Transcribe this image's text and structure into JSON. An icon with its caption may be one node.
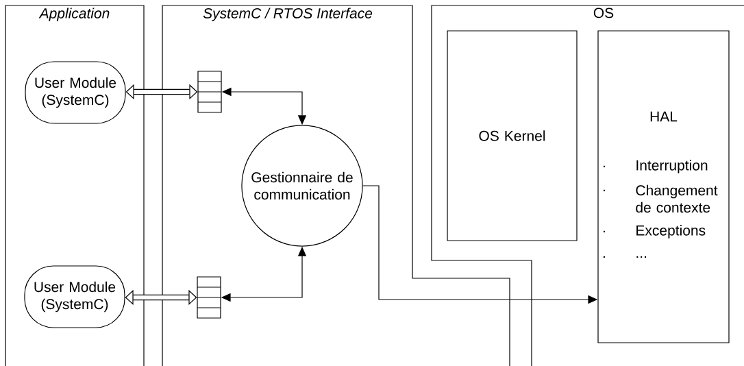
{
  "diagram": {
    "nodes": [
      {
        "text": [
          "Application"
        ]
      },
      {
        "text": [
          "User Module (SystemC)"
        ],
        "in": 0
      },
      {
        "text": [
          "User Module (SystemC)"
        ],
        "in": 0
      },
      {
        "text": [
          "SystemC / RTOS Interface"
        ]
      },
      {
        "text": [],
        "shape": "box",
        "in": 3
      },
      {
        "text": [],
        "shape": "box",
        "in": 3
      },
      {
        "text": [
          "Gestionnaire de communication"
        ],
        "in": 3
      },
      {
        "text": [
          "OS"
        ]
      },
      {
        "text": [
          "OS Kernel"
        ],
        "in": 7
      },
      {
        "text": [
          "HAL",
          "Interruption",
          "Changement de contexte",
          "Exceptions",
          "..."
        ],
        "in": 7
      }
    ],
    "edges": [
      {
        "from": 1,
        "to": 4,
        "arrow": "both",
        "style": "thick"
      },
      {
        "from": 2,
        "to": 5,
        "arrow": "both",
        "style": "thick"
      },
      {
        "from": 4,
        "to": 6,
        "arrow": "both"
      },
      {
        "from": 5,
        "to": 6,
        "arrow": "both"
      },
      {
        "from": 6,
        "to": 9,
        "arrow": "to"
      }
    ]
  }
}
